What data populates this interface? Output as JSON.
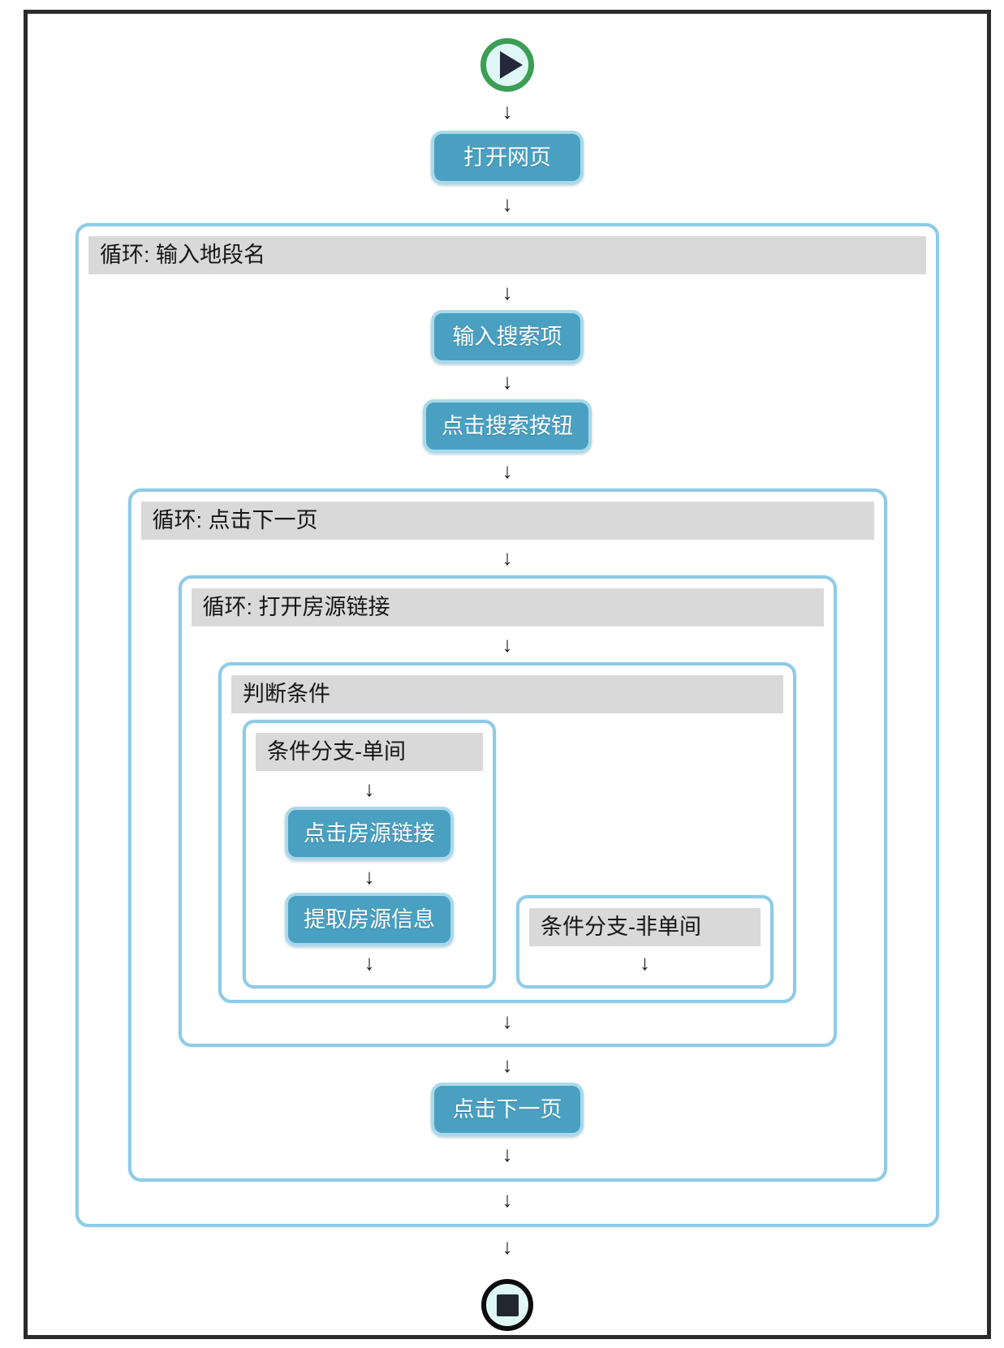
{
  "glyphs": {
    "arrow_down": "↓"
  },
  "colors": {
    "node_fill": "#4AA0C1",
    "node_border": "#A9D9EA",
    "container_border": "#8ECBE6",
    "header_bg": "#D9D9D9",
    "frame_border": "#2B2B2B",
    "start_ring": "#3B9E54",
    "stop_ring": "#0D0D0D",
    "icon_fill": "#DFF8F6",
    "node_text": "#FFFFFF",
    "header_text": "#161616"
  },
  "nodes": {
    "open_webpage": "打开网页",
    "input_search_term": "输入搜索项",
    "click_search_button": "点击搜索按钮",
    "click_listing_link": "点击房源链接",
    "extract_listing_info": "提取房源信息",
    "click_next_page": "点击下一页"
  },
  "containers": {
    "loop_input_district": "循环: 输入地段名",
    "loop_click_next_page": "循环: 点击下一页",
    "loop_open_listing_link": "循环: 打开房源链接",
    "condition": "判断条件",
    "branch_single_room": "条件分支-单间",
    "branch_non_single_room": "条件分支-非单间"
  }
}
